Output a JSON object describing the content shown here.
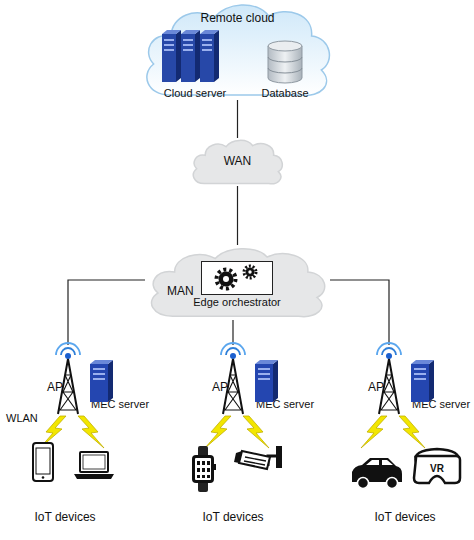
{
  "diagram": {
    "nodes": [
      {
        "text": [
          "Remote cloud"
        ]
      },
      {
        "text": [
          "Cloud server"
        ],
        "in": 0
      },
      {
        "text": [
          "Database"
        ],
        "in": 0
      },
      {
        "text": [
          "WAN"
        ]
      },
      {
        "text": [
          "MAN"
        ]
      },
      {
        "text": [
          "Edge orchestrator"
        ],
        "in": 4
      },
      {
        "text": [
          "AP"
        ]
      },
      {
        "text": [
          "MEC server"
        ]
      },
      {
        "text": [
          "AP"
        ]
      },
      {
        "text": [
          "MEC server"
        ]
      },
      {
        "text": [
          "AP"
        ]
      },
      {
        "text": [
          "MEC server"
        ]
      },
      {
        "text": [
          "IoT devices"
        ]
      },
      {
        "text": [
          "IoT devices"
        ]
      },
      {
        "text": [
          "IoT devices"
        ]
      }
    ],
    "edges": [
      {
        "from": 0,
        "to": 3,
        "arrow": "none"
      },
      {
        "from": 3,
        "to": 4,
        "arrow": "none"
      },
      {
        "from": 4,
        "to": 6,
        "arrow": "none"
      },
      {
        "from": 4,
        "to": 8,
        "arrow": "none"
      },
      {
        "from": 4,
        "to": 10,
        "arrow": "none"
      }
    ],
    "labels": [
      "WLAN",
      "VR"
    ]
  }
}
